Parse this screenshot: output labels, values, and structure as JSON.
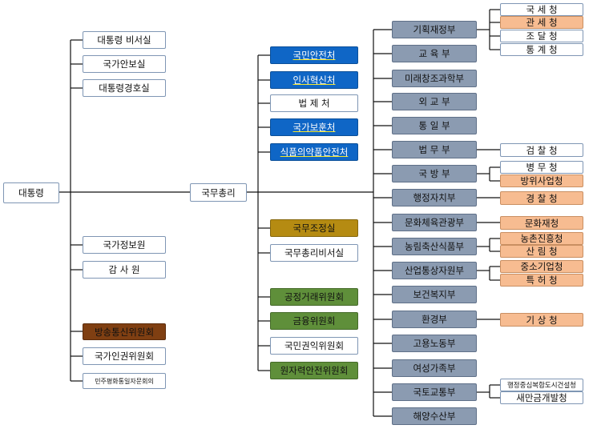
{
  "president": "대통령",
  "president_staff_top": [
    "대통령 비서실",
    "국가안보실",
    "대통령경호실"
  ],
  "president_staff_bottom": [
    "국가정보원",
    "감 사 원",
    "방송통신위원회",
    "국가인권위원회",
    "민주평화통일자문회의"
  ],
  "prime_minister": "국무총리",
  "pm_offices_top": [
    "국민안전처",
    "인사혁신처",
    "법 제 처",
    "국가보훈처",
    "식품의약품안전처"
  ],
  "pm_offices_bottom": [
    "국무조정실",
    "국무총리비서실",
    "공정거래위원회",
    "금융위원회",
    "국민권익위원회",
    "원자력안전위원회"
  ],
  "ministries": [
    "기획재정부",
    "교 육 부",
    "미래창조과학부",
    "외 교 부",
    "통 일 부",
    "법 무 부",
    "국 방 부",
    "행정자치부",
    "문화체육관광부",
    "농림축산식품부",
    "산업통상자원부",
    "보건복지부",
    "환경부",
    "고용노동부",
    "여성가족부",
    "국토교통부",
    "해양수산부"
  ],
  "agencies": [
    "국 세 청",
    "관 세 청",
    "조 달 청",
    "통 계 청",
    "검 찰 청",
    "병 무 청",
    "방위사업청",
    "경 찰 청",
    "문화재청",
    "농촌진흥청",
    "산 림 청",
    "중소기업청",
    "특 허 청",
    "기 상 청",
    "행정중심복합도시건설청",
    "새만금개발청"
  ],
  "colors": {
    "line": "#111111",
    "box_border": "#7f96b4",
    "pm_office_blue": "#0f66c6",
    "underline_yellow": "#f5e62a",
    "coordination_olive": "#b58b12",
    "commission_green": "#5f8f3a",
    "broadcasting_brown": "#7f3f12",
    "ministry_gray": "#8b9bb1",
    "agency_orange": "#f7bc91"
  }
}
